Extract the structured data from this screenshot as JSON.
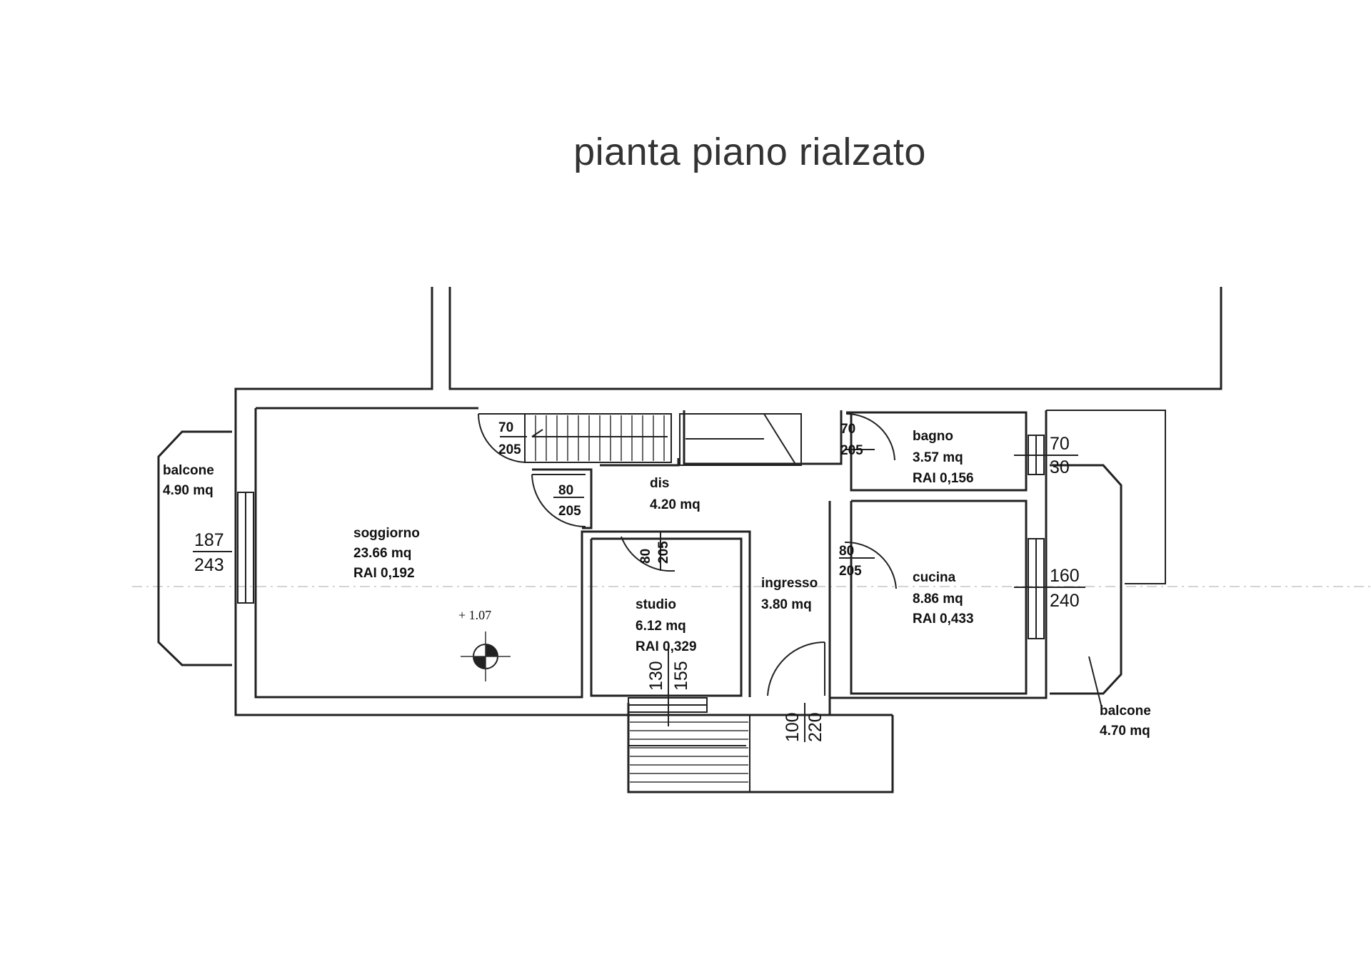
{
  "title": "pianta piano rialzato",
  "rooms": {
    "balcone_left": {
      "name": "balcone",
      "area": "4.90 mq"
    },
    "soggiorno": {
      "name": "soggiorno",
      "area": "23.66 mq",
      "rai": "RAI 0,192"
    },
    "dis": {
      "name": "dis",
      "area": "4.20 mq"
    },
    "bagno": {
      "name": "bagno",
      "area": "3.57 mq",
      "rai": "RAI 0,156"
    },
    "studio": {
      "name": "studio",
      "area": "6.12 mq",
      "rai": "RAI 0,329"
    },
    "ingresso": {
      "name": "ingresso",
      "area": "3.80 mq"
    },
    "cucina": {
      "name": "cucina",
      "area": "8.86 mq",
      "rai": "RAI 0,433"
    },
    "balcone_right": {
      "name": "balcone",
      "area": "4.70 mq"
    }
  },
  "level_mark": "+ 1.07",
  "openings": {
    "win_balcone_left": {
      "w": "187",
      "h": "243"
    },
    "door_soggiorno_top": {
      "w": "70",
      "h": "205"
    },
    "door_dis_left": {
      "w": "80",
      "h": "205"
    },
    "door_top_right": {
      "w": "70",
      "h": "205"
    },
    "win_bagno": {
      "w": "70",
      "h": "30"
    },
    "door_studio": {
      "w": "80",
      "h": "205"
    },
    "door_cucina": {
      "w": "80",
      "h": "205"
    },
    "win_cucina": {
      "w": "160",
      "h": "240"
    },
    "win_studio": {
      "w": "130",
      "h": "155"
    },
    "door_ingresso": {
      "w": "100",
      "h": "220"
    }
  }
}
